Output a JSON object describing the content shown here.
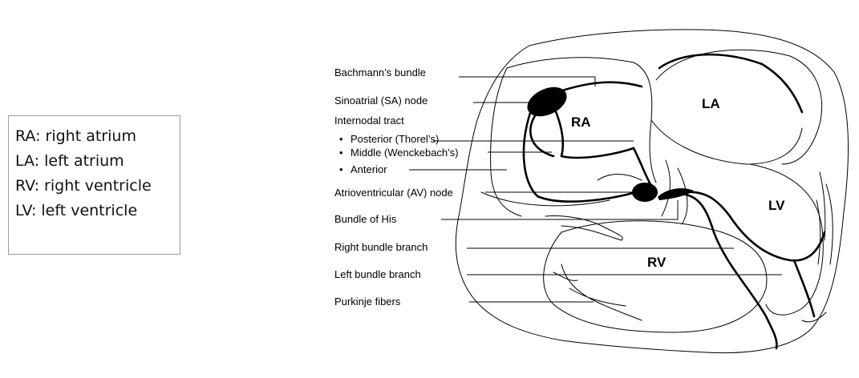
{
  "legend": {
    "items": [
      "RA: right atrium",
      "LA: left atrium",
      "RV: right ventricle",
      "LV: left ventricle"
    ]
  },
  "diagram": {
    "chambers": {
      "ra": "RA",
      "la": "LA",
      "rv": "RV",
      "lv": "LV"
    },
    "labels": {
      "bachmann": "Bachmann’s bundle",
      "sa_node": "Sinoatrial (SA) node",
      "internodal": "Internodal tract",
      "posterior": "Posterior (Thorel’s)",
      "middle": "Middle (Wenckebach’s)",
      "anterior": "Anterior",
      "av_node": "Atrioventricular (AV) node",
      "his": "Bundle of His",
      "rbb": "Right bundle branch",
      "lbb": "Left bundle branch",
      "purkinje": "Purkinje fibers"
    },
    "bullet": "•"
  }
}
